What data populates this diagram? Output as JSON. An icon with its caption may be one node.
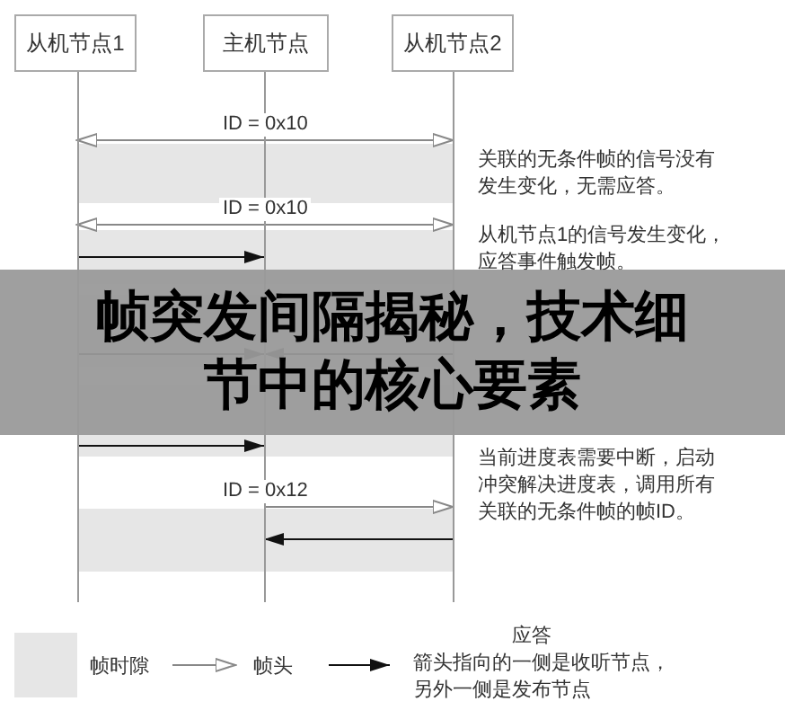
{
  "diagram": {
    "title": "帧突发间隔揭秘，技术细节中的核心要素",
    "nodes": [
      {
        "text": [
          "从机节点1"
        ]
      },
      {
        "text": [
          "主机节点"
        ]
      },
      {
        "text": [
          "从机节点2"
        ]
      }
    ],
    "edges": [
      {
        "from": 1,
        "to": 0,
        "arrow": "to",
        "label": "ID = 0x10"
      },
      {
        "from": 1,
        "to": 2,
        "arrow": "to"
      },
      {
        "from": 1,
        "to": 0,
        "arrow": "to",
        "label": "ID = 0x10"
      },
      {
        "from": 1,
        "to": 2,
        "arrow": "to"
      },
      {
        "from": 0,
        "to": 1,
        "arrow": "to",
        "color": "#111111"
      },
      {
        "from": 0,
        "to": 1,
        "arrow": "to",
        "color": "#111111"
      },
      {
        "from": 2,
        "to": 1,
        "arrow": "to",
        "color": "#111111"
      },
      {
        "from": 0,
        "to": 1,
        "arrow": "to",
        "color": "#111111"
      },
      {
        "from": 1,
        "to": 2,
        "arrow": "to",
        "label": "ID = 0x12"
      },
      {
        "from": 2,
        "to": 1,
        "arrow": "to",
        "color": "#111111"
      }
    ],
    "labels": [
      "关联的无条件帧的信号没有发生变化，无需应答。",
      "从机节点1的信号发生变化，应答事件触发帧。",
      "当前进度表需要中断，启动冲突解决进度表，调用所有关联的无条件帧的帧ID。",
      "箭头指向的一侧是收听节点，另外一侧是发布节点"
    ],
    "legend": [
      {
        "text": "帧时隙",
        "color": "#e6e6e6"
      },
      {
        "text": "帧头"
      },
      {
        "text": "应答"
      }
    ]
  }
}
